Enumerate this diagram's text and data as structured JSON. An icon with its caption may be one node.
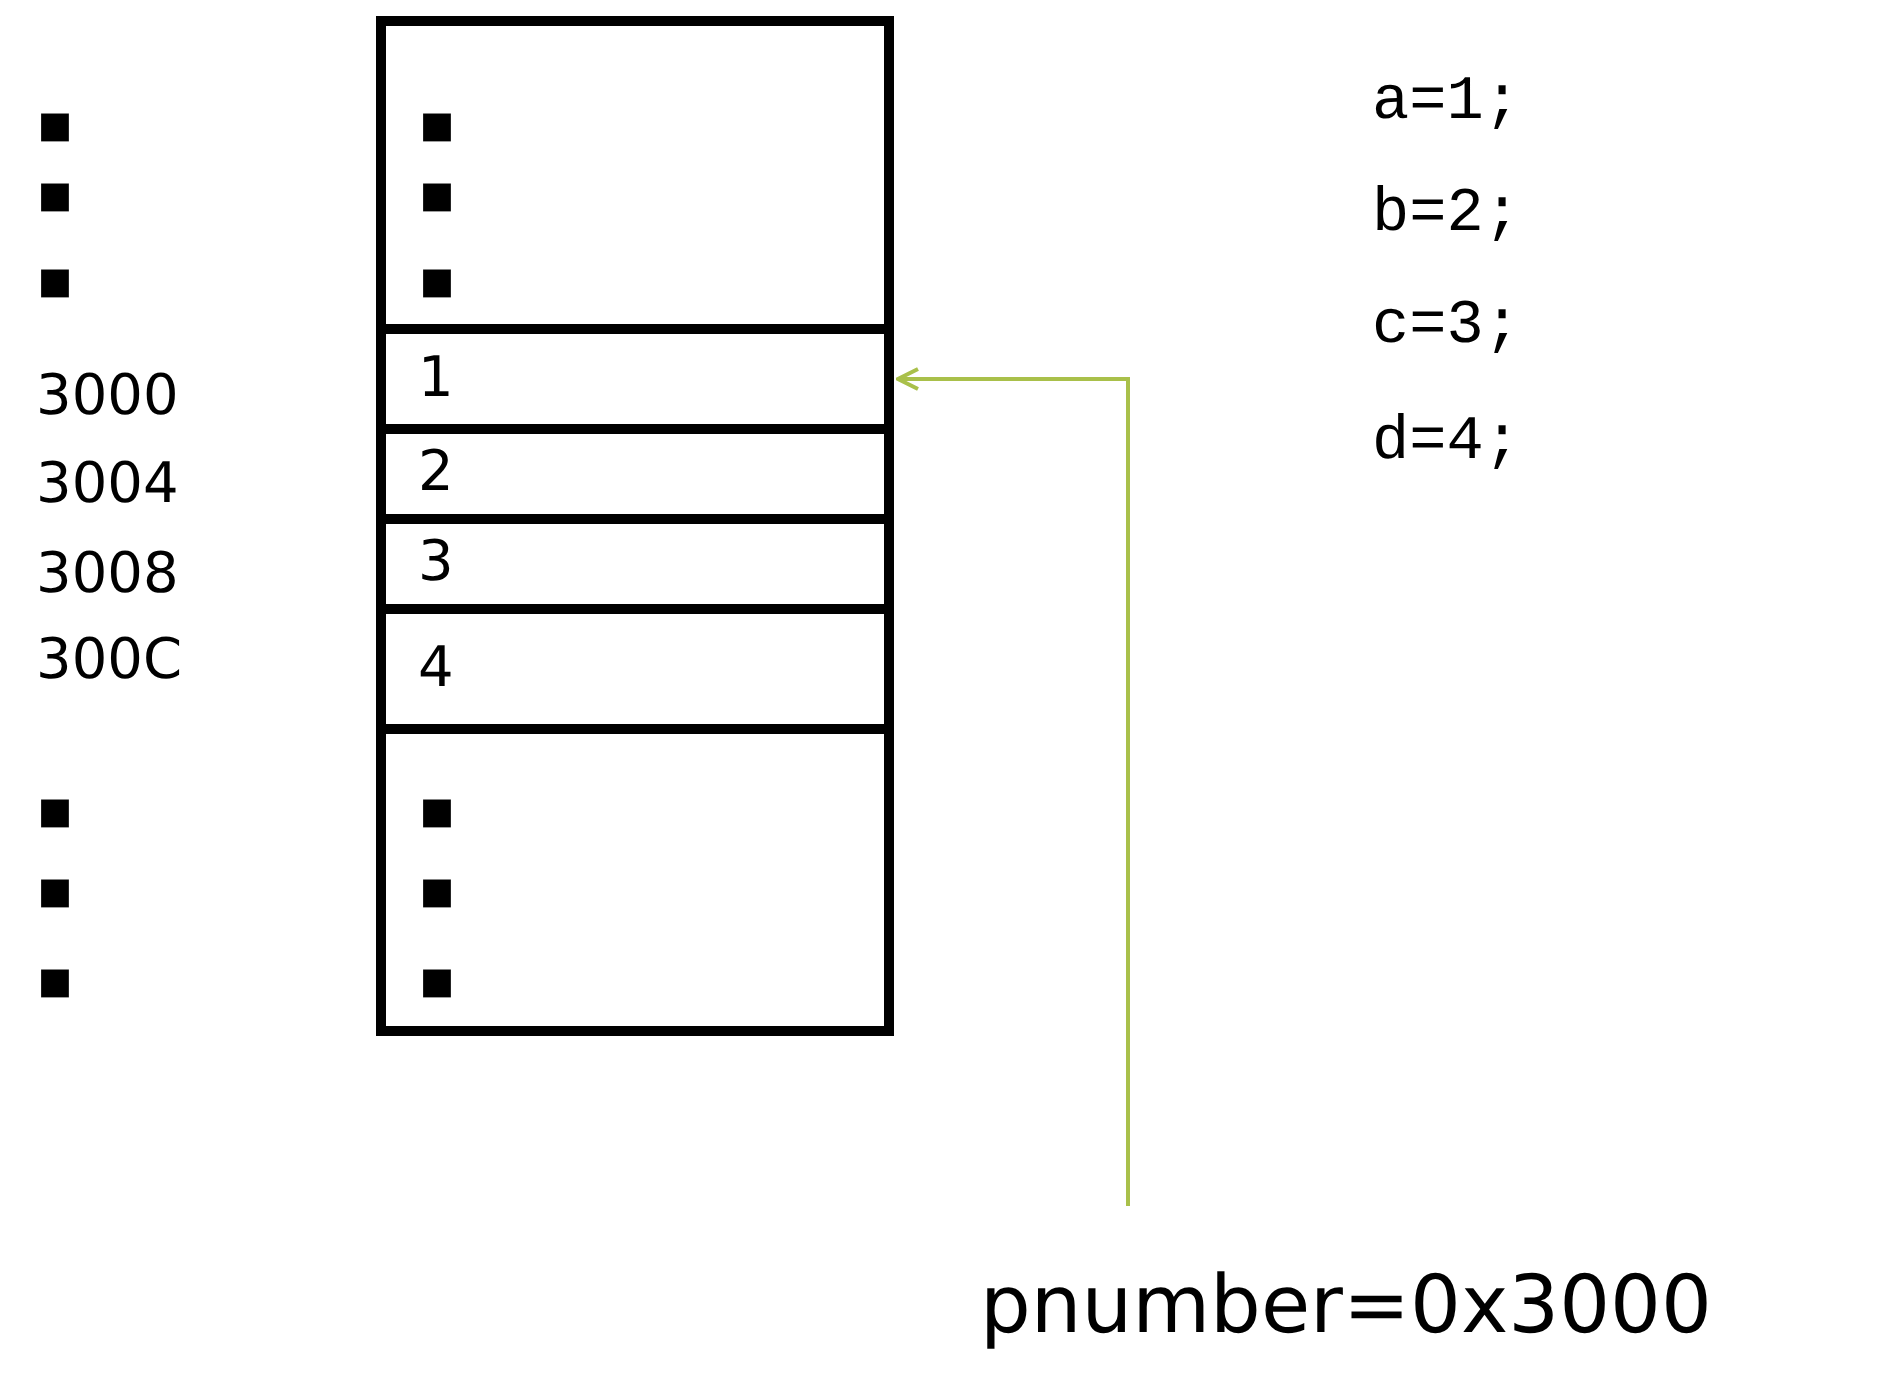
{
  "diagram": {
    "nodes": [
      {
        "text": [
          "▪",
          "▪",
          "▪"
        ]
      },
      {
        "text": [
          "1"
        ]
      },
      {
        "text": [
          "2"
        ]
      },
      {
        "text": [
          "3"
        ]
      },
      {
        "text": [
          "4"
        ]
      },
      {
        "text": [
          "▪",
          "▪",
          "▪"
        ]
      },
      {
        "text": [
          "pnumber=0x3000"
        ]
      }
    ],
    "edges": [
      {
        "from": 6,
        "to": 1,
        "arrow": "to",
        "color": "#a9c04a"
      }
    ],
    "labels": [
      "▪",
      "▪",
      "▪",
      "3000",
      "3004",
      "3008",
      "300C",
      "▪",
      "▪",
      "▪",
      "a=1;",
      "b=2;",
      "c=3;",
      "d=4;"
    ]
  }
}
